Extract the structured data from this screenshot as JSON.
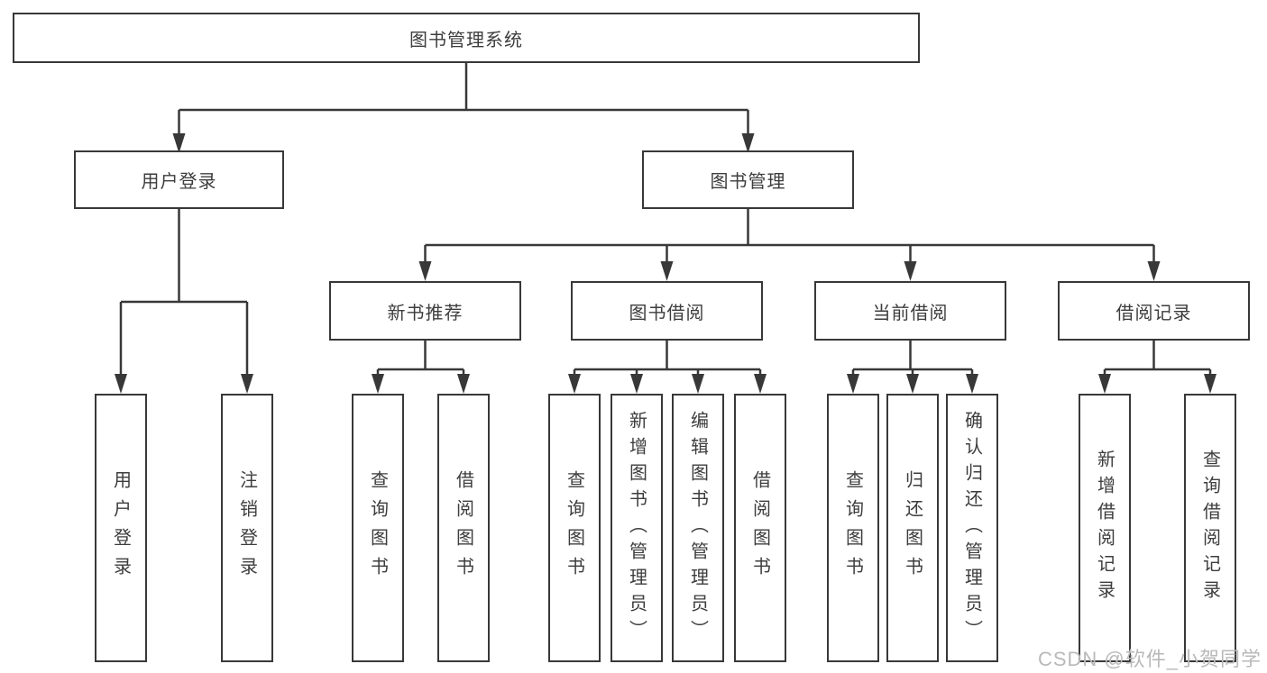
{
  "diagram": {
    "type": "hierarchy-tree",
    "nodes": {
      "root": "图书管理系统",
      "user_login": "用户登录",
      "book_mgmt": "图书管理",
      "new_books": "新书推荐",
      "borrowing": "图书借阅",
      "current": "当前借阅",
      "records": "借阅记录",
      "ul_login": "用户登录",
      "ul_logout": "注销登录",
      "nb_query": "查询图书",
      "nb_borrow": "借阅图书",
      "bw_query": "查询图书",
      "bw_add": "新增图书（管理员）",
      "bw_edit": "编辑图书（管理员）",
      "bw_borrow": "借阅图书",
      "cb_query": "查询图书",
      "cb_return": "归还图书",
      "cb_confirm": "确认归还（管理员）",
      "rc_add": "新增借阅记录",
      "rc_query": "查询借阅记录"
    },
    "edges": [
      [
        "图书管理系统",
        "用户登录"
      ],
      [
        "图书管理系统",
        "图书管理"
      ],
      [
        "用户登录",
        "用户登录"
      ],
      [
        "用户登录",
        "注销登录"
      ],
      [
        "图书管理",
        "新书推荐"
      ],
      [
        "图书管理",
        "图书借阅"
      ],
      [
        "图书管理",
        "当前借阅"
      ],
      [
        "图书管理",
        "借阅记录"
      ],
      [
        "新书推荐",
        "查询图书"
      ],
      [
        "新书推荐",
        "借阅图书"
      ],
      [
        "图书借阅",
        "查询图书"
      ],
      [
        "图书借阅",
        "新增图书（管理员）"
      ],
      [
        "图书借阅",
        "编辑图书（管理员）"
      ],
      [
        "图书借阅",
        "借阅图书"
      ],
      [
        "当前借阅",
        "查询图书"
      ],
      [
        "当前借阅",
        "归还图书"
      ],
      [
        "当前借阅",
        "确认归还（管理员）"
      ],
      [
        "借阅记录",
        "新增借阅记录"
      ],
      [
        "借阅记录",
        "查询借阅记录"
      ]
    ]
  },
  "watermark": "CSDN @软件_小贺同学",
  "colors": {
    "line": "#383838",
    "text": "#3d3d3d",
    "background": "#ffffff",
    "watermark": "#b9b9b9"
  }
}
